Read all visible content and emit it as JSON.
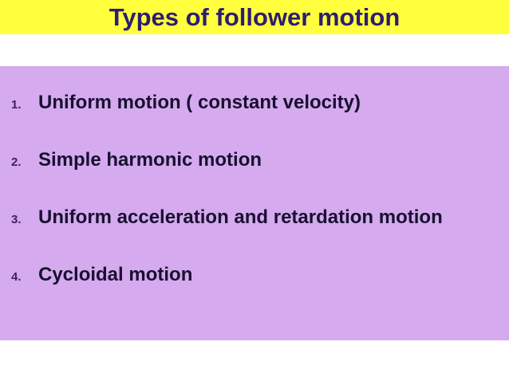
{
  "slide": {
    "title": "Types of follower motion",
    "items": [
      {
        "number": "1.",
        "text": "Uniform motion ( constant velocity)"
      },
      {
        "number": "2.",
        "text": "Simple harmonic motion"
      },
      {
        "number": "3.",
        "text": "Uniform acceleration and retardation motion"
      },
      {
        "number": "4.",
        "text": "Cycloidal motion"
      }
    ],
    "colors": {
      "header_bg": "#FFFF3D",
      "title_text": "#2E1D6E",
      "panel_bg": "#D5AAEF",
      "item_text": "#181030",
      "number_text": "#3F1D6B",
      "page_bg": "#FFFFFF"
    }
  }
}
